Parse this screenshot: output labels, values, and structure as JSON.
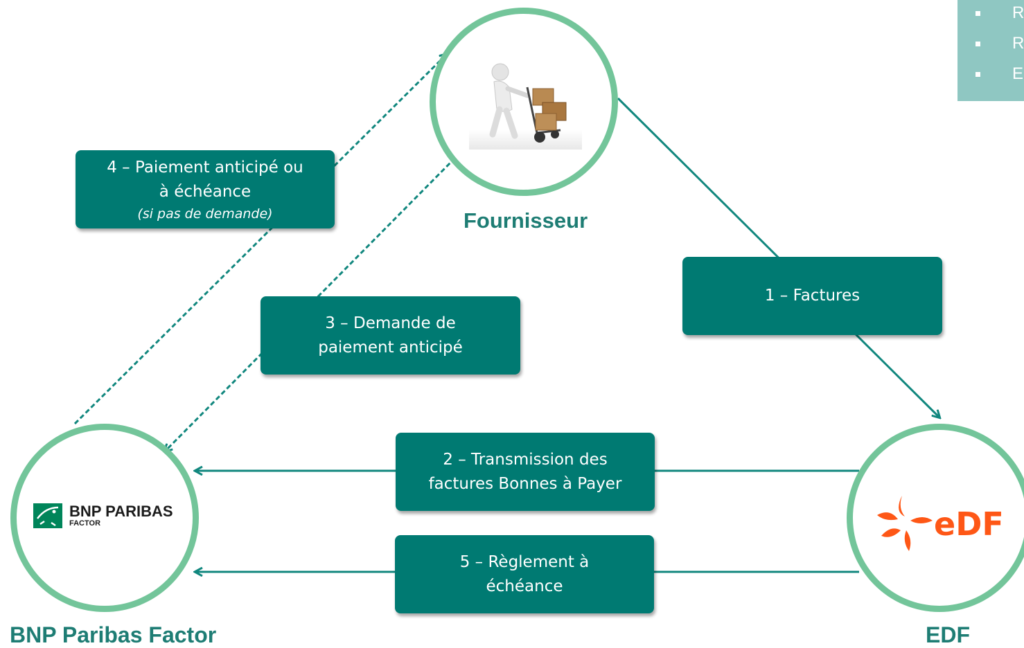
{
  "nodes": {
    "fournisseur": {
      "label": "Fournisseur"
    },
    "bnp": {
      "label": "BNP Paribas Factor",
      "logo_name": "BNP PARIBAS",
      "logo_sub": "FACTOR"
    },
    "edf": {
      "label": "EDF",
      "logo_text": "eDF"
    }
  },
  "steps": {
    "s1": {
      "text": "1 – Factures"
    },
    "s2": {
      "line1": "2 – Transmission des",
      "line2": "factures Bonnes à Payer"
    },
    "s3": {
      "line1": "3 – Demande de",
      "line2": "paiement anticipé"
    },
    "s4": {
      "line1": "4 – Paiement anticipé ou",
      "line2": "à échéance",
      "note": "(si pas de demande)"
    },
    "s5": {
      "line1": "5 – Règlement à",
      "line2": "échéance"
    }
  },
  "panel": {
    "items": [
      "R",
      "R",
      "E"
    ]
  },
  "colors": {
    "circle": "#73C59A",
    "box": "#007A72",
    "arrow": "#11877E",
    "label": "#1E7D74",
    "edf": "#FE5716",
    "bnp": "#00855A"
  }
}
